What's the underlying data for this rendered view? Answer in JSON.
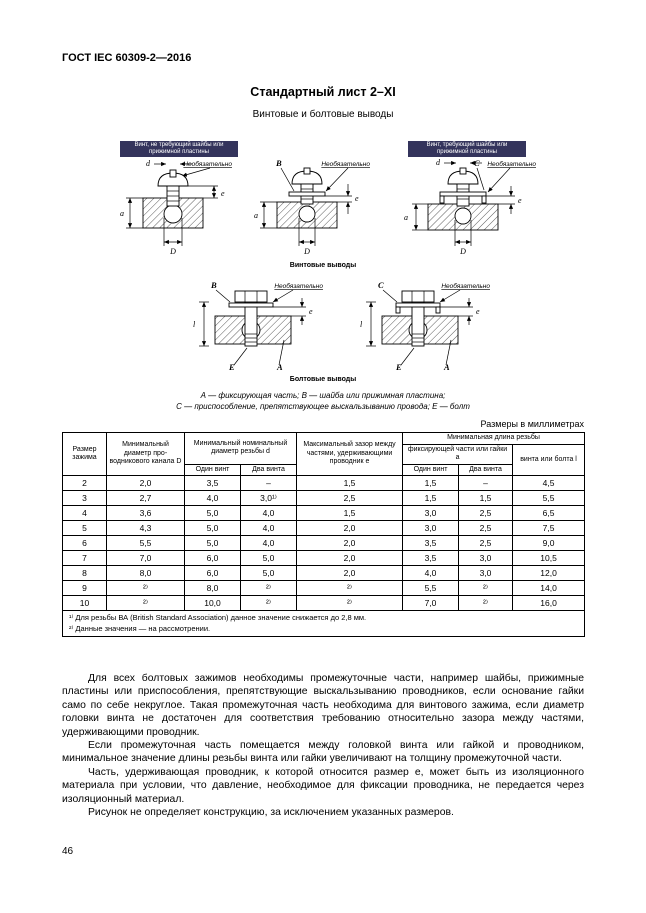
{
  "header": {
    "doc_number": "ГОСТ IEC 60309-2—2016"
  },
  "sheet": {
    "title": "Стандартный лист 2–XI",
    "subtitle": "Винтовые и болтовые выводы"
  },
  "fig": {
    "label_no_washer": "Винт, не требующий шайбы или прижимной пластины",
    "label_washer": "Винт, требующий шайбы или прижимной пластины",
    "optional": "Необязательно",
    "screw_caption": "Винтовые выводы",
    "bolt_caption": "Болтовые выводы",
    "legend_line1": "А — фиксирующая часть; В — шайба или прижимная пластина;",
    "legend_line2": "С — приспособление, препятствующее выскальзыванию провода; Е — болт",
    "letters": {
      "A": "A",
      "B": "B",
      "C": "C",
      "E": "E",
      "a": "a",
      "d": "d",
      "e": "e",
      "D": "D",
      "l": "l"
    }
  },
  "table": {
    "units_note": "Размеры в миллиметрах",
    "headers": {
      "size": "Размер зажима",
      "min_channel_diameter": "Минимальный диаметр про­водникового канала D",
      "min_thread_diameter": "Минимальный номинальный диаметр резьбы d",
      "one_screw": "Один винт",
      "two_screws": "Два винта",
      "max_gap": "Максимальный зазор между частями, удержи­вающими проводник е",
      "min_thread_length": "Минимальная длина резьбы",
      "fixing_or_nut": "фиксирующей части или гайки а",
      "screw_or_bolt": "винта или болта l"
    },
    "rows": [
      [
        "2",
        "2,0",
        "3,5",
        "–",
        "1,5",
        "1,5",
        "–",
        "4,5"
      ],
      [
        "3",
        "2,7",
        "4,0",
        "3,0¹⁾",
        "2,5",
        "1,5",
        "1,5",
        "5,5"
      ],
      [
        "4",
        "3,6",
        "5,0",
        "4,0",
        "1,5",
        "3,0",
        "2,5",
        "6,5"
      ],
      [
        "5",
        "4,3",
        "5,0",
        "4,0",
        "2,0",
        "3,0",
        "2,5",
        "7,5"
      ],
      [
        "6",
        "5,5",
        "5,0",
        "4,0",
        "2,0",
        "3,5",
        "2,5",
        "9,0"
      ],
      [
        "7",
        "7,0",
        "6,0",
        "5,0",
        "2,0",
        "3,5",
        "3,0",
        "10,5"
      ],
      [
        "8",
        "8,0",
        "6,0",
        "5,0",
        "2,0",
        "4,0",
        "3,0",
        "12,0"
      ],
      [
        "9",
        "²⁾",
        "8,0",
        "²⁾",
        "²⁾",
        "5,5",
        "²⁾",
        "14,0"
      ],
      [
        "10",
        "²⁾",
        "10,0",
        "²⁾",
        "²⁾",
        "7,0",
        "²⁾",
        "16,0"
      ]
    ],
    "footnotes": [
      "¹⁾ Для резьбы ВА (British Standard Association) данное значение снижается до 2,8 мм.",
      "²⁾ Данные значения — на рассмотрении."
    ]
  },
  "paragraphs": [
    "Для всех болтовых зажимов необходимы промежуточные части, например шайбы, прижимные пластины или приспособления, препятствующие выскальзыванию проводников, если основание гайки само по себе некруглое. Такая промежуточная часть необходима для винтового зажима, если диаметр головки винта не достаточен для соответствия требованию относительно зазора между частями, удерживающими проводник.",
    "Если промежуточная часть помещается между головкой винта или гайкой и проводником, минимальное значение длины резьбы винта или гайки увеличивают на толщину промежуточной части.",
    "Часть, удерживающая проводник, к которой относится размер е, может быть из изоляционного материала при условии, что давление, необходимое для фиксации проводника, не передается через изоляционный материал.",
    "Рисунок не определяет конструкцию, за исключением указанных размеров."
  ],
  "page_number": "46"
}
